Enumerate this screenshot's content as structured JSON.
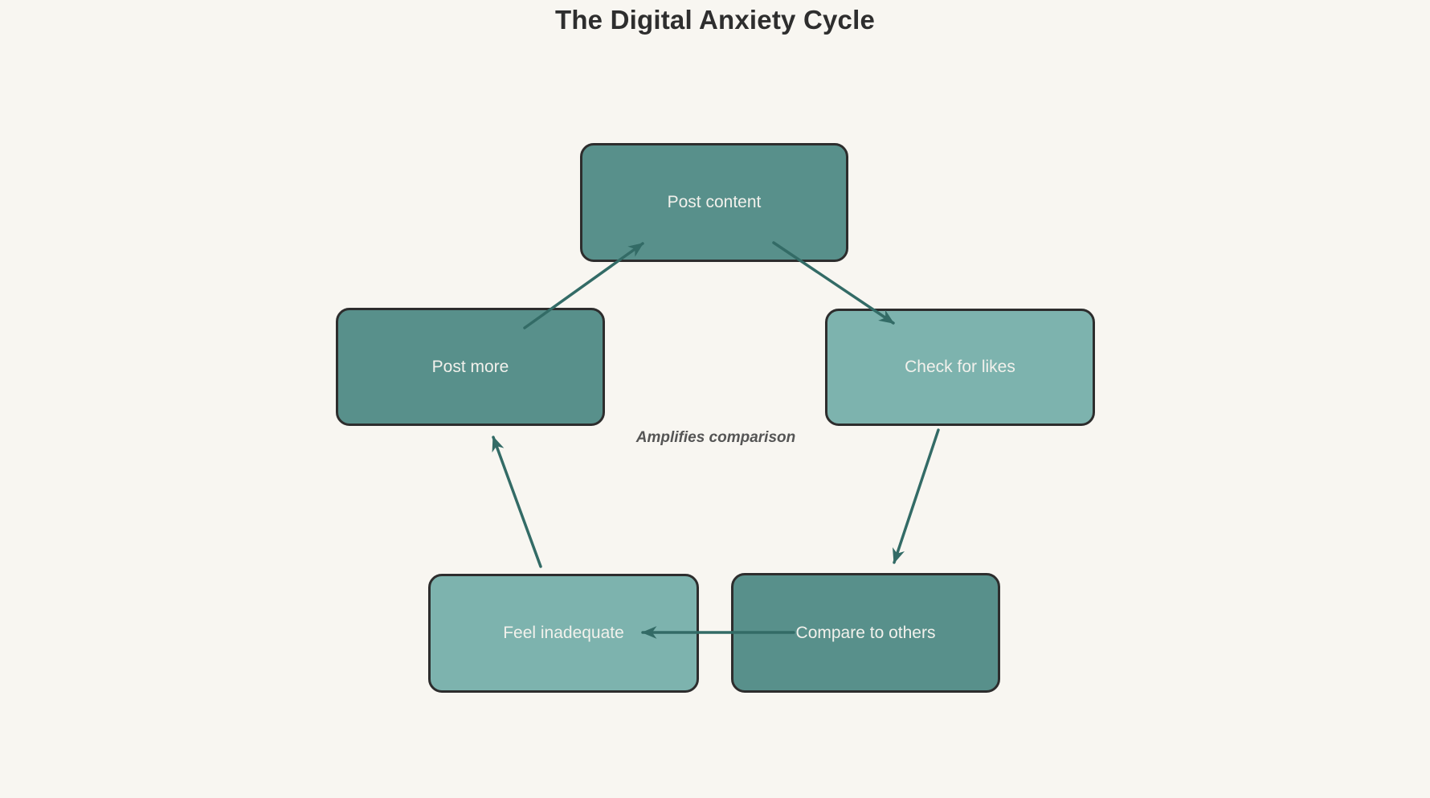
{
  "title": "The Digital Anxiety Cycle",
  "nodes": [
    {
      "id": "post-content",
      "label": "Post content",
      "color": "#58908b"
    },
    {
      "id": "check-for-likes",
      "label": "Check for likes",
      "color": "#7db3ae"
    },
    {
      "id": "compare-to-others",
      "label": "Compare to others",
      "color": "#58908b"
    },
    {
      "id": "feel-inadequate",
      "label": "Feel inadequate",
      "color": "#7db3ae"
    },
    {
      "id": "post-more",
      "label": "Post more",
      "color": "#58908b"
    }
  ],
  "edges": [
    {
      "from": "Post content",
      "to": "Check for likes"
    },
    {
      "from": "Check for likes",
      "to": "Compare to others"
    },
    {
      "from": "Compare to others",
      "to": "Feel inadequate"
    },
    {
      "from": "Feel inadequate",
      "to": "Post more"
    },
    {
      "from": "Post more",
      "to": "Post content"
    }
  ],
  "annotation": {
    "label": "Amplifies comparison"
  },
  "colors": {
    "background": "#f8f6f1",
    "node_border": "#2d2d2d",
    "node_text": "#f2f1ec",
    "arrow": "#336b66",
    "title_text": "#2e2e2e",
    "annotation_text": "#555555"
  }
}
